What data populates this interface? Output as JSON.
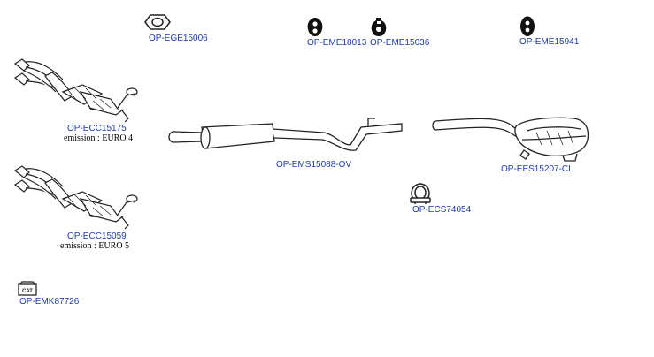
{
  "parts": [
    {
      "id": "gasket",
      "code": "OP-EGE15006",
      "icon": "gasket-icon"
    },
    {
      "id": "mount1",
      "code": "OP-EME18013",
      "icon": "rubber-mount-icon"
    },
    {
      "id": "mount2",
      "code": "OP-EME15036",
      "icon": "rubber-mount-icon"
    },
    {
      "id": "mount3",
      "code": "OP-EME15941",
      "icon": "rubber-mount-icon"
    },
    {
      "id": "manifold1",
      "code": "OP-ECC15175",
      "note": "emission : EURO 4",
      "icon": "exhaust-manifold-catalyst-icon"
    },
    {
      "id": "manifold2",
      "code": "OP-ECC15059",
      "note": "emission : EURO 5",
      "icon": "exhaust-manifold-catalyst-icon"
    },
    {
      "id": "middle",
      "code": "OP-EMS15088-OV",
      "icon": "middle-silencer-icon"
    },
    {
      "id": "rear",
      "code": "OP-EES15207-CL",
      "icon": "rear-silencer-icon"
    },
    {
      "id": "clamp",
      "code": "OP-ECS74054",
      "icon": "clamp-icon"
    },
    {
      "id": "kit",
      "code": "OP-EMK87726",
      "icon_label": "CAT",
      "icon": "cat-kit-icon"
    }
  ]
}
